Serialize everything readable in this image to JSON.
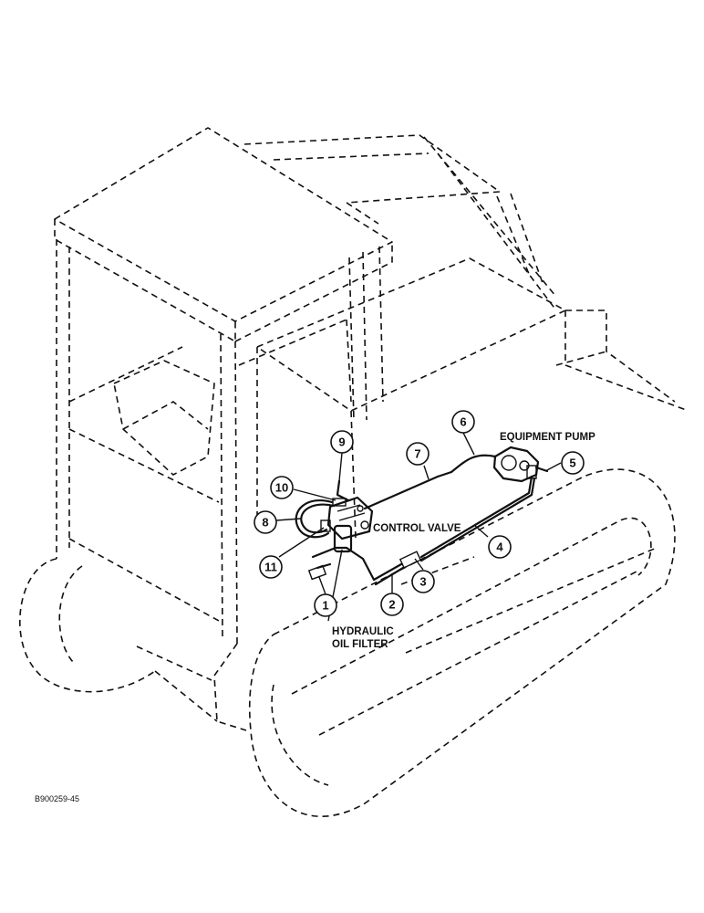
{
  "labels": {
    "equipment_pump": "EQUIPMENT PUMP",
    "control_valve": "CONTROL VALVE",
    "hydraulic_line1": "HYDRAULIC",
    "hydraulic_line2": "OIL FILTER"
  },
  "callouts": [
    "1",
    "2",
    "3",
    "4",
    "5",
    "6",
    "7",
    "8",
    "9",
    "10",
    "11"
  ],
  "figure_code": "B900259-45"
}
